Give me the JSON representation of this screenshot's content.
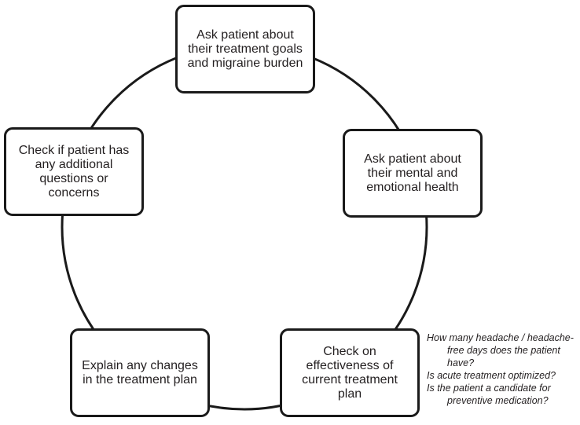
{
  "nodes": {
    "goals": "Ask patient about their treatment goals and migraine burden",
    "mental": "Ask patient about their mental and emotional health",
    "check": "Check on effectiveness of current treatment plan",
    "explain": "Explain any changes in the treatment plan",
    "concerns": "Check if patient has any additional questions or concerns"
  },
  "notes": [
    "How many headache / headache-free days does the patient have?",
    "Is acute treatment optimized?",
    "Is the patient a candidate for preventive medication?"
  ]
}
